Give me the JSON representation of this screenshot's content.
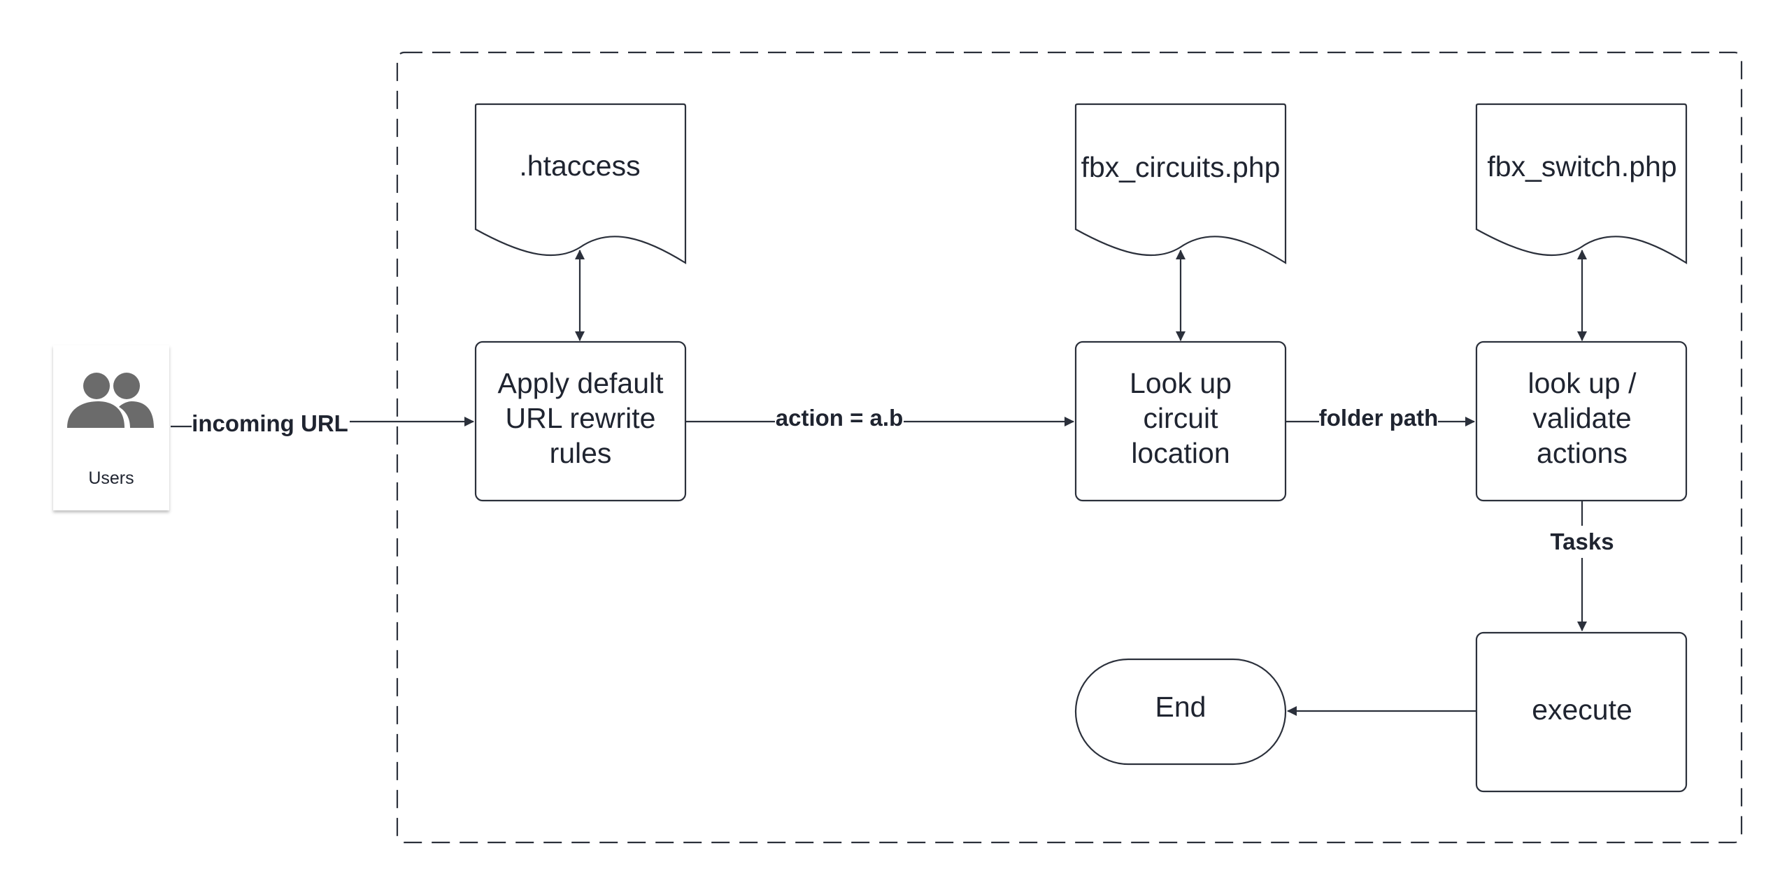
{
  "actor": {
    "label": "Users",
    "icon": "users-icon"
  },
  "documents": {
    "htaccess": ".htaccess",
    "circuits": "fbx_circuits.php",
    "switch": "fbx_switch.php"
  },
  "processes": {
    "rewrite": [
      "Apply default",
      "URL rewrite",
      "rules"
    ],
    "lookup_circuit": [
      "Look up",
      "circuit",
      "location"
    ],
    "validate": [
      "look up /",
      "validate",
      "actions"
    ],
    "execute": "execute"
  },
  "terminal": {
    "end": "End"
  },
  "edges": {
    "incoming": "incoming URL",
    "action": "action = a.b",
    "folder": "folder path",
    "tasks": "Tasks"
  },
  "colors": {
    "stroke": "#2b303b",
    "icon": "#6b6b6b",
    "text": "#1f2430"
  }
}
